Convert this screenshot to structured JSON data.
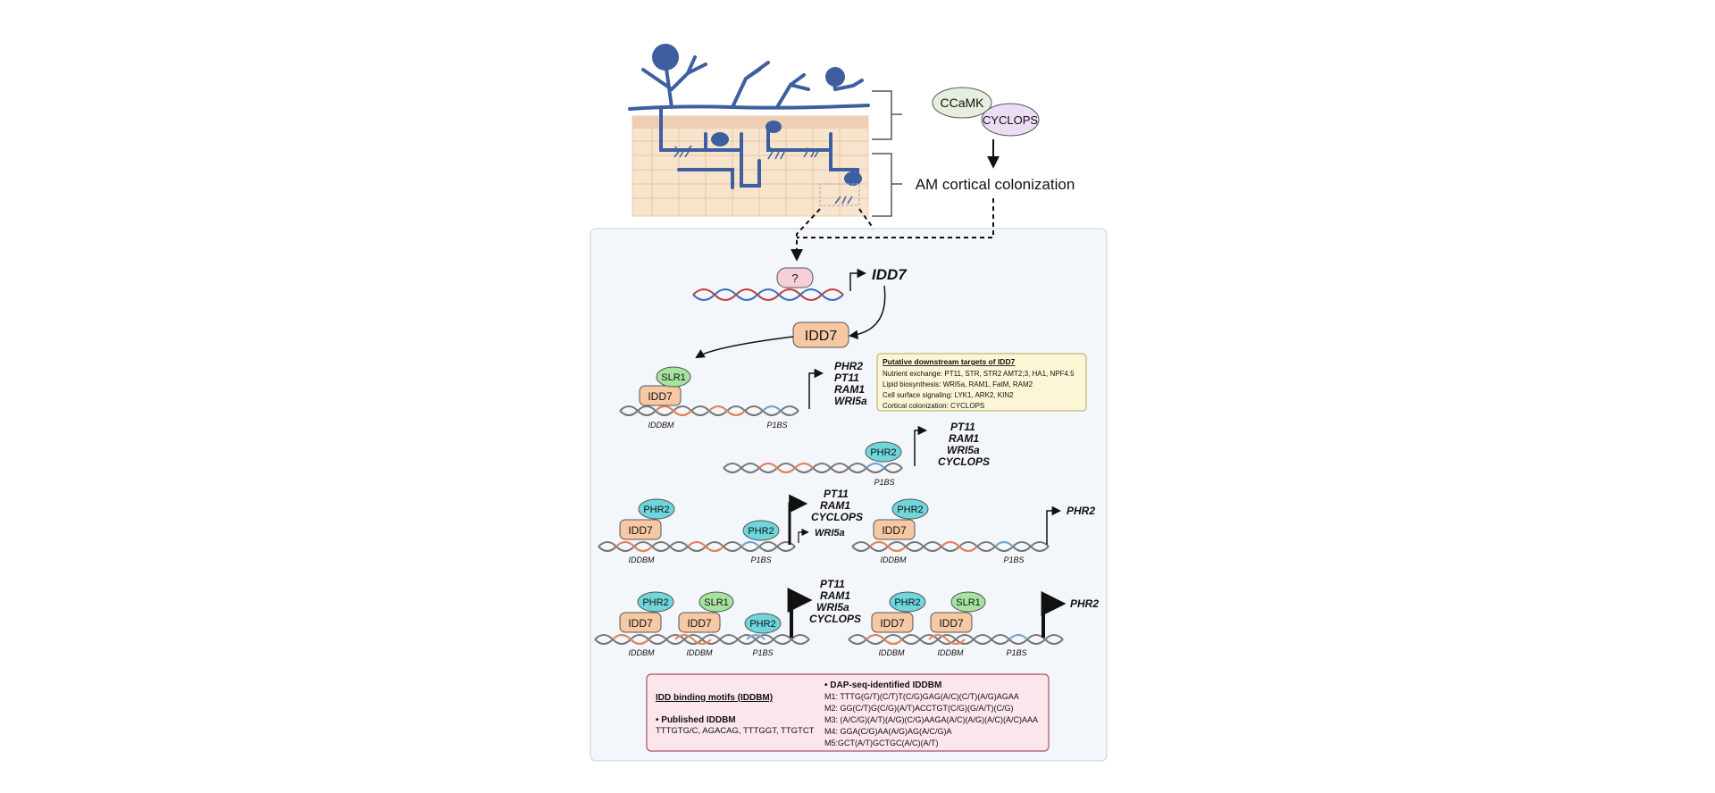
{
  "top": {
    "ccamk": "CCaMK",
    "cyclops": "CYCLOPS",
    "am_colonization": "AM cortical colonization"
  },
  "pathway": {
    "unknown": "?",
    "idd7_gene": "IDD7",
    "idd7_protein": "IDD7"
  },
  "proteins": {
    "slr1": "SLR1",
    "idd7": "IDD7",
    "phr2": "PHR2"
  },
  "motifs": {
    "iddbm": "IDDBM",
    "p1bs": "P1BS"
  },
  "targets_row1": [
    "PHR2",
    "PT11",
    "RAM1",
    "WRI5a"
  ],
  "targets_row2": [
    "PT11",
    "RAM1",
    "WRI5a",
    "CYCLOPS"
  ],
  "targets_row3a": [
    "PT11",
    "RAM1",
    "CYCLOPS"
  ],
  "targets_row3a_small": "WRI5a",
  "targets_row3b": "PHR2",
  "targets_row4a": [
    "PT11",
    "RAM1",
    "WRI5a",
    "CYCLOPS"
  ],
  "targets_row4b": "PHR2",
  "putative_box": {
    "title": "Putative downstream targets of IDD7",
    "lines": [
      "Nutrient exchange: PT11, STR, STR2 AMT2;3, HA1, NPF4.5",
      "Lipid biosynthesis: WRI5a, RAM1, FatM, RAM2",
      "Cell surface signaling: LYK1, ARK2, KIN2",
      "Cortical colonization: CYCLOPS"
    ]
  },
  "motif_box": {
    "title": "IDD binding motifs (IDDBM)",
    "published_header": "• Published IDDBM",
    "published_list": "TTTGTG/C, AGACAG, TTTGGT, TTGTCT",
    "dap_header": "• DAP-seq-identified IDDBM",
    "dap_list": [
      "M1: TTTG(G/T)(C/T)T(C/G)GAG(A/C)(C/T)(A/G)AGAA",
      "M2: GG(C/T)G(C/G)(A/T)ACCTGT(C/G)(G/A/T)(C/G)",
      "M3: (A/C/G)(A/T)(A/G)(C/G)AAGA(A/C)(A/G)(A/C)(A/C)AAA",
      "M4: GGA(C/G)AA(A/G)AG(A/C/G)A",
      "M5:GCT(A/T)GCTGC(A/C)(A/T)"
    ]
  },
  "colors": {
    "fungus": "#3d5fa0",
    "panel_bg": "#f3f6fa",
    "idd7_fill": "#f6c9a4",
    "slr1_fill": "#a6e3a1",
    "phr2_fill": "#6fd6dc",
    "unknown_fill": "#f7cfd8",
    "dna_orange": "#e8825a",
    "dna_blue": "#6aa8dc",
    "dna_grey": "#777777",
    "putative_bg": "#fbf6d6",
    "motif_bg": "#fbe6ec"
  }
}
